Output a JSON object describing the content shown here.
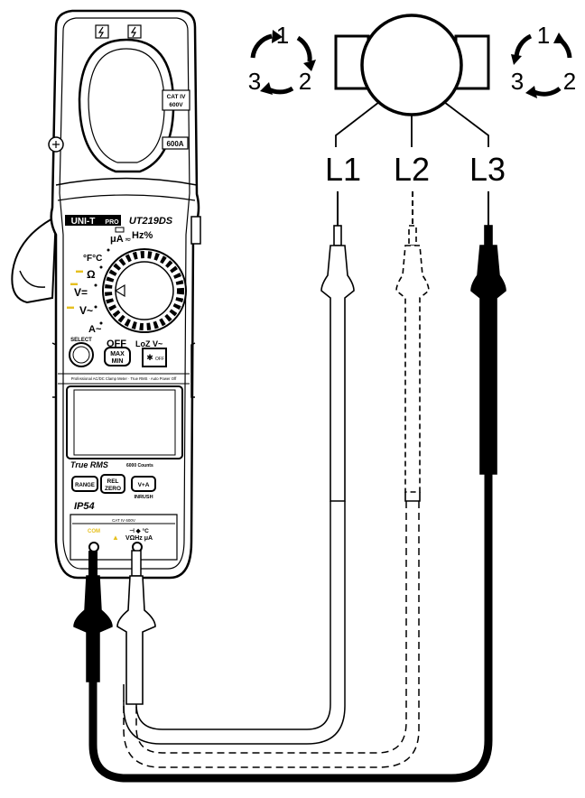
{
  "meter": {
    "brand": "UNI-T",
    "brand_suffix": "PRO",
    "model": "UT219DS",
    "cat_rating_1": "CAT IV",
    "cat_rating_2": "600V",
    "jaw_rating": "600A",
    "dial": {
      "micro_amp": "μA",
      "hz_percent": "Hz%",
      "temperature": "°F°C",
      "ohm": "Ω",
      "volt_dc": "V=",
      "volt_ac": "V~",
      "amp_ac": "A~",
      "off": "OFF",
      "lozv": "LoZ V~"
    },
    "buttons": {
      "select": "SELECT",
      "max_min_1": "MAX",
      "max_min_2": "MIN",
      "backlight": "OFF",
      "range": "RANGE",
      "rel_zero_1": "REL",
      "rel_zero_2": "ZERO",
      "v_a": "V+A",
      "inrush": "INRUSH"
    },
    "strip_text": "Professional AC/DC Clamp Meter · True RMS · Auto Power Off",
    "true_rms": "True RMS",
    "counts": "6000 Counts",
    "ip_rating": "IP54",
    "terminal_com": "COM",
    "terminal_input": "VΩHz μA",
    "terminal_symbols": "⊣ ◆ °C",
    "terminal_cat": "CAT IV 600V"
  },
  "motor": {
    "lines": [
      "L1",
      "L2",
      "L3"
    ]
  },
  "rotation_left": [
    "1",
    "2",
    "3"
  ],
  "rotation_right": [
    "1",
    "2",
    "3"
  ]
}
